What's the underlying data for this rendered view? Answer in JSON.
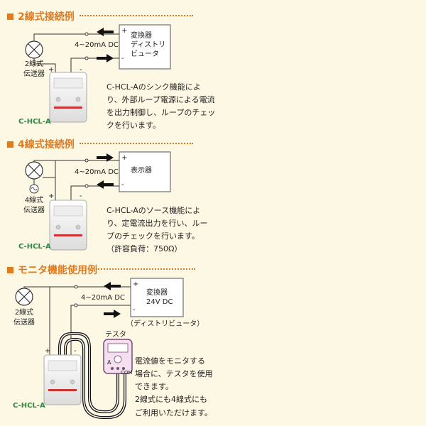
{
  "sections": [
    {
      "heading": "2線式接続例",
      "current_label": "4~20mA DC",
      "plus": "+",
      "minus": "-",
      "transmitter_label": "2線式\n伝送器",
      "box_label": "変換器\nディストリ\nビュータ",
      "device_label": "C-HCL-A",
      "description": "C-HCL-Aのシンク機能によ\nり、外部ループ電源による電流\nを出力制御し、ループのチェッ\nクを行います。"
    },
    {
      "heading": "4線式接続例",
      "current_label": "4~20mA DC",
      "plus": "+",
      "minus": "-",
      "transmitter_label": "4線式\n伝送器",
      "box_label": "表示器",
      "device_label": "C-HCL-A",
      "description": "C-HCL-Aのソース機能によ\nり、定電流出力を行い、ルー\nプのチェックを行います。\n（許容負荷：750Ω）"
    },
    {
      "heading": "モニタ機能使用例",
      "current_label": "4~20mA DC",
      "plus": "+",
      "minus": "-",
      "transmitter_label": "2線式\n伝送器",
      "box_label": "変換器\n24V DC",
      "box_caption": "（ディストリビュータ）",
      "tester_label": "テスタ",
      "tester_a": "A",
      "tester_com": "COM",
      "device_label": "C-HCL-A",
      "description": "電流値をモニタする\n場合に、テスタを使用\nできます。\n2線式にも4線式にも\nご利用いただけます。"
    }
  ]
}
